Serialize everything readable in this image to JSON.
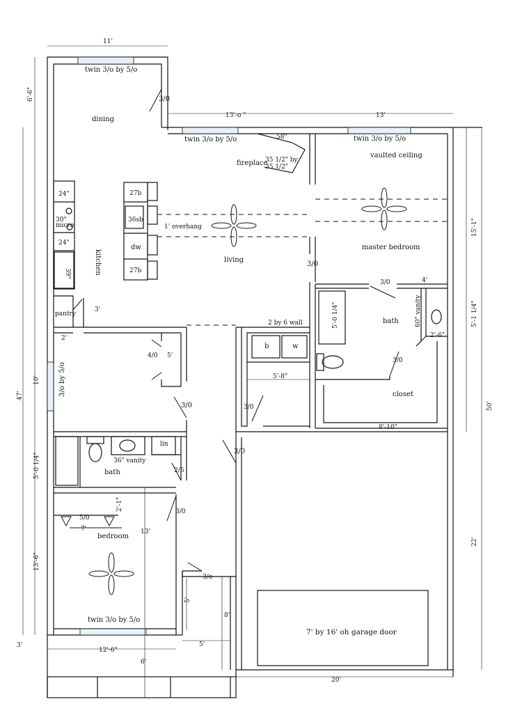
{
  "rooms": {
    "dining": "dining",
    "kitchen": "kitchen",
    "living": "living",
    "master_bedroom": "master bedroom",
    "vaulted_ceiling": "vaulted ceiling",
    "master_bath": "bath",
    "closet": "closet",
    "hall_bath": "bath",
    "bedroom": "bedroom",
    "pantry": "pantry",
    "linen": "lin",
    "garage_door": "7' by 16' oh garage door"
  },
  "fixtures": {
    "cab_24_top": "24\"",
    "micro_30": "30\"",
    "micro": "micro",
    "cab_24_bottom": "24\"",
    "cab_39": "39\"",
    "island_27b_top": "27b",
    "island_36sb": "36sb",
    "island_dw": "dw",
    "island_27b_bottom": "27b",
    "overhang": "1' overhang",
    "fireplace": "fireplace",
    "fireplace_size_1": "35 1/2\" by",
    "fireplace_size_2": "35 1/2\"",
    "fireplace_58": "58\"",
    "washer_b": "b",
    "washer_w": "w",
    "wall_2x6": "2 by 6 wall",
    "vanity_36": "36\" vanity",
    "vanity_60": "60\" vanity"
  },
  "windows": {
    "dining_top": "twin 3/o by 5/o",
    "living_top": "twin 3/o by 5/o",
    "master_top": "twin 3/o by 5/o",
    "bedroom_bottom": "twin 3/o by 5/o",
    "left_side": "3/o by 5/o"
  },
  "doors": {
    "dining": "3/0",
    "master_bed": "3/0",
    "master_bath": "3/0",
    "pantry": "3'",
    "closet_4_0": "4/0",
    "hall_closet": "3/0",
    "laundry": "3/0",
    "garage": "3/0",
    "linen_2_6": "2/6",
    "bath_door": "3/0",
    "bedroom_closet": "5/0",
    "entry": "3/o",
    "walk_in": "3/0"
  },
  "dimensions": {
    "top_11": "11'",
    "left_6_6": "6'-6\"",
    "top_13_0": "13'-o \"",
    "top_13": "13'",
    "right_15_1": "15'-1\"",
    "right_5_1_4": "5'-1 1/4\"",
    "right_50": "50'",
    "right_22": "22'",
    "left_47": "47'",
    "left_10": "10'",
    "left_5_0_1_4": "5'-0 1/4\"",
    "left_13_6": "13'-6\"",
    "left_3": "3'",
    "pantry_2": "2'",
    "closet_5": "5'",
    "shower_5_0_1_4": "5'-0 1/4\"",
    "master_4": "4'",
    "vanity_2_6": "2'-6\"",
    "laundry_5_8": "5'-8\"",
    "closet_8_10": "8'-10\"",
    "bed_2_1": "2'-1\"",
    "bed_7": "7'",
    "hall_13": "13'",
    "entry_5": "5'",
    "entry_8": "8'",
    "porch_5": "5'",
    "bottom_12_6": "12'-6\"",
    "bottom_6": "6'",
    "bottom_20": "20'"
  }
}
